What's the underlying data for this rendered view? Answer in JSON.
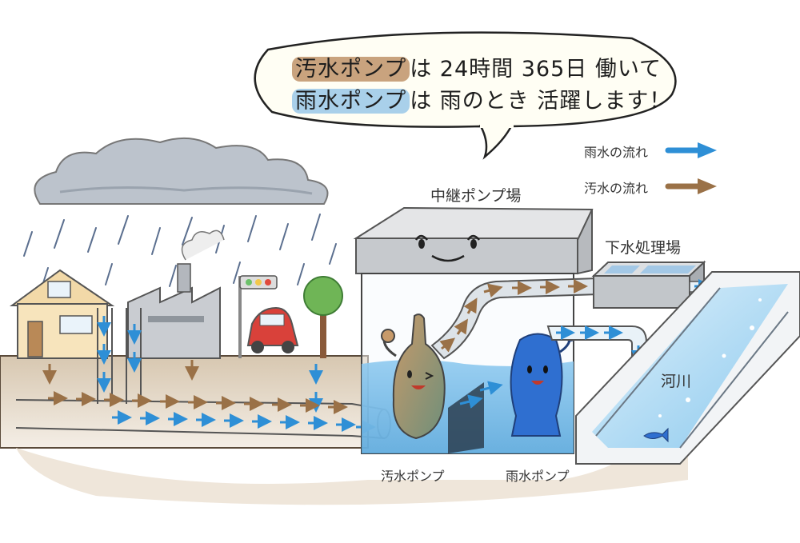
{
  "bubble": {
    "line1_highlight": "汚水ポンプ",
    "line1_rest": "は 24時間 365日 働いて",
    "line2_highlight": "雨水ポンプ",
    "line2_rest": "は 雨のとき 活躍します！"
  },
  "legend": {
    "rain_label": "雨水の流れ",
    "sewage_label": "汚水の流れ",
    "rain_color": "#2e8fd6",
    "sewage_color": "#9a7147"
  },
  "labels": {
    "relay_station": "中継ポンプ場",
    "treatment_plant": "下水処理場",
    "river": "河川",
    "sewage_pump": "汚水ポンプ",
    "rain_pump": "雨水ポンプ"
  },
  "colors": {
    "highlight_brown": "#c9a37e",
    "highlight_blue": "#a9d0ea",
    "water": "#6fb8e6",
    "ground": "#d9cab4"
  }
}
